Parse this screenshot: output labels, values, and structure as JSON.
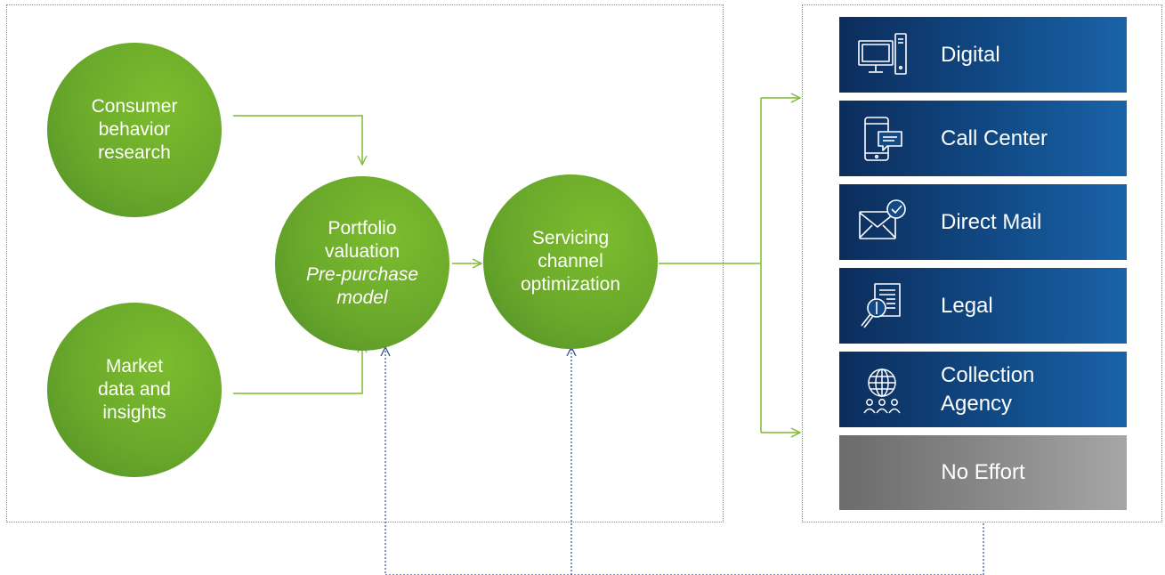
{
  "inputs": {
    "consumer": [
      "Consumer",
      "behavior",
      "research"
    ],
    "market": [
      "Market",
      "data and",
      "insights"
    ]
  },
  "portfolio": {
    "line1": "Portfolio",
    "line2": "valuation",
    "line3": "Pre-purchase",
    "line4": "model"
  },
  "servicing": [
    "Servicing",
    "channel",
    "optimization"
  ],
  "channels": [
    {
      "label": "Digital",
      "icon": "computer-icon"
    },
    {
      "label": "Call Center",
      "icon": "mobile-chat-icon"
    },
    {
      "label": "Direct Mail",
      "icon": "mail-check-icon"
    },
    {
      "label": "Legal",
      "icon": "document-magnifier-icon"
    },
    {
      "label": "Collection Agency",
      "label_lines": [
        "Collection",
        "Agency"
      ],
      "icon": "globe-people-icon"
    },
    {
      "label": "No Effort"
    }
  ],
  "colors": {
    "green": "#6aa82b",
    "arrow_green": "#7cbc2e",
    "navy": "#0c2d5c",
    "blue": "#1a63a8",
    "gray": "#8a8a8a",
    "feedback_line": "#2c4f8a"
  }
}
